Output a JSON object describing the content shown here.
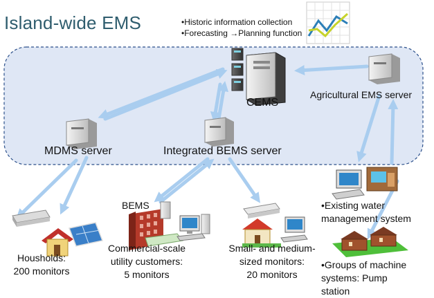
{
  "title": "Island-wide EMS",
  "notes": [
    "•Historic information collection",
    "•Forecasting →Planning function"
  ],
  "nodes": {
    "cems": "CEMS",
    "agri": "Agricultural EMS server",
    "mdms": "MDMS server",
    "bems_server": "Integrated BEMS server",
    "bems": "BEMS"
  },
  "groups": {
    "households": [
      "Housholds:",
      "200 monitors"
    ],
    "commercial": [
      "Commercial-scale",
      "utility customers:",
      "5 monitors"
    ],
    "small": [
      "Small- and medium-",
      "sized monitors:",
      "20 monitors"
    ],
    "water": [
      "•Existing water",
      "management system"
    ],
    "pump": [
      "•Groups of machine",
      "systems: Pump",
      "station"
    ]
  },
  "colors": {
    "title": "#2f5d6e",
    "region_fill": "#dfe7f5",
    "region_border": "#2b4f8a",
    "arrow": "#a9cdef"
  }
}
